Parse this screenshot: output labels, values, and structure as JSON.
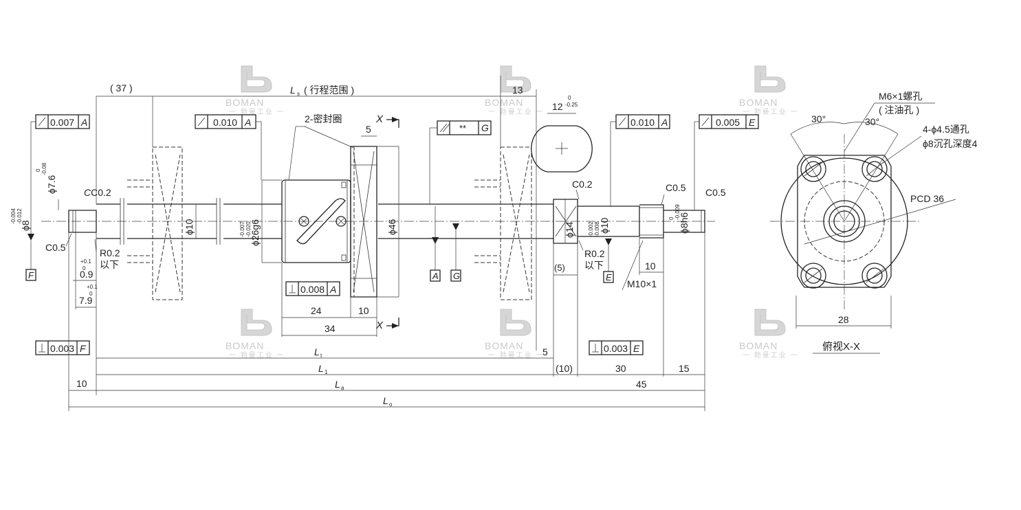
{
  "watermark": {
    "brand": "BOMAN",
    "sub": "一 勃曼工业 一"
  },
  "dims": {
    "d37": "( 37 )",
    "ls": "L",
    "ls_sub": "s",
    "ls_text": "( 行程范围 )",
    "d13": "13",
    "d12": "12",
    "d12_tol_u": "0",
    "d12_tol_l": "-0.25",
    "d5": "5",
    "d24": "24",
    "d10a": "10",
    "d34": "34",
    "d10b": "10",
    "d10c": "10",
    "d5b": "5",
    "d5p": "(5)",
    "d10p": "(10)",
    "d30": "30",
    "d15": "15",
    "d45": "45",
    "d28": "28",
    "lt": "L",
    "lt_sub": "t",
    "l1": "L",
    "l1_sub": "1",
    "la": "L",
    "la_sub": "a",
    "lo": "L",
    "lo_sub": "o",
    "d09": "0.9",
    "d09_tol_u": "+0.1",
    "d09_tol_l": "0",
    "d79": "7.9",
    "d79_tol_u": "+0.1",
    "d79_tol_l": "0"
  },
  "diameters": {
    "phi8": "ϕ8",
    "phi8_tol_u": "-0.004",
    "phi8_tol_l": "-0.012",
    "phi76": "ϕ7.6",
    "phi76_tol_u": "0",
    "phi76_tol_l": "-0.08",
    "phi10": "ϕ10",
    "phi26": "ϕ26g6",
    "phi26_tol_u": "-0.007",
    "phi26_tol_l": "-0.020",
    "phi46": "ϕ46",
    "phi14": "ϕ14",
    "phi10b": "ϕ10",
    "phi10b_tol_u": "-0.002",
    "phi10b_tol_l": "-0.008",
    "phi8h6": "ϕ8h6",
    "phi8h6_tol_u": "0",
    "phi8h6_tol_l": "-0.009"
  },
  "chamfers": {
    "c02a": "C0.2",
    "c05a": "C0.5",
    "c02b": "C0.2",
    "c05b": "C0.5",
    "c05c": "C0.5",
    "r02a": "R0.2",
    "r02a_2": "以下",
    "r02b": "R0.2",
    "r02b_2": "以下"
  },
  "tolerances": {
    "t1_val": "0.007",
    "t1_ref": "A",
    "t2_val": "0.010",
    "t2_ref": "A",
    "t3_val": "**",
    "t3_ref": "G",
    "t4_val": "0.010",
    "t4_ref": "A",
    "t5_val": "0.005",
    "t5_ref": "E",
    "t6_val": "0.008",
    "t6_ref": "A",
    "t7_val": "0.003",
    "t7_ref": "F",
    "t8_val": "0.003",
    "t8_ref": "E"
  },
  "datums": {
    "f": "F",
    "a": "A",
    "g": "G",
    "e": "E"
  },
  "labels": {
    "seal": "2-密封圈",
    "section": "X",
    "m10": "M10×1",
    "m6": "M6×1螺孔",
    "oil": "( 注油孔 )",
    "holes": "4-ϕ4.5通孔",
    "counter": "ϕ8沉孔深度4",
    "pcd": "PCD 36",
    "ang1": "30°",
    "ang2": "30°",
    "view": "俯视X-X"
  }
}
